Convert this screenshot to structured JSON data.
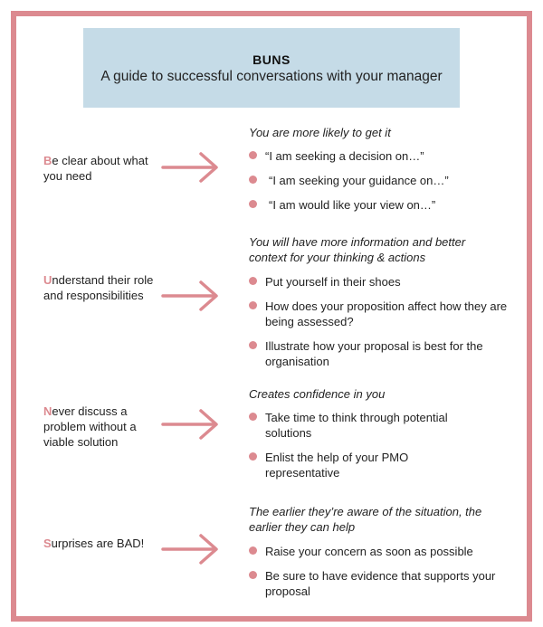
{
  "header": {
    "acronym": "BUNS",
    "subtitle": "A guide to successful conversations with your manager"
  },
  "colors": {
    "accent": "#dc8a90",
    "header_bg": "#c5dbe7"
  },
  "sections": [
    {
      "initial": "B",
      "rest": "e clear about what you need",
      "heading": "You are more likely to get it",
      "bullets": [
        "“I am seeking a decision on…”",
        "“I am seeking your guidance on…”",
        "“I am would like your view on…”"
      ]
    },
    {
      "initial": "U",
      "rest": "nderstand their role and responsibilities",
      "heading": "You will have more information and better context for your thinking & actions",
      "bullets": [
        "Put yourself in their shoes",
        "How does your proposition affect how they are being assessed?",
        "Illustrate how your proposal is best for the organisation"
      ]
    },
    {
      "initial": "N",
      "rest": "ever discuss a problem without a viable solution",
      "heading": "Creates confidence in you",
      "bullets": [
        "Take time to think through potential solutions",
        "Enlist the help of your PMO representative"
      ]
    },
    {
      "initial": "S",
      "rest": "urprises are BAD!",
      "heading": "The earlier they’re aware of the situation, the earlier they can help",
      "bullets": [
        "Raise your concern as soon as possible",
        "Be sure to have evidence that supports your proposal"
      ]
    }
  ]
}
